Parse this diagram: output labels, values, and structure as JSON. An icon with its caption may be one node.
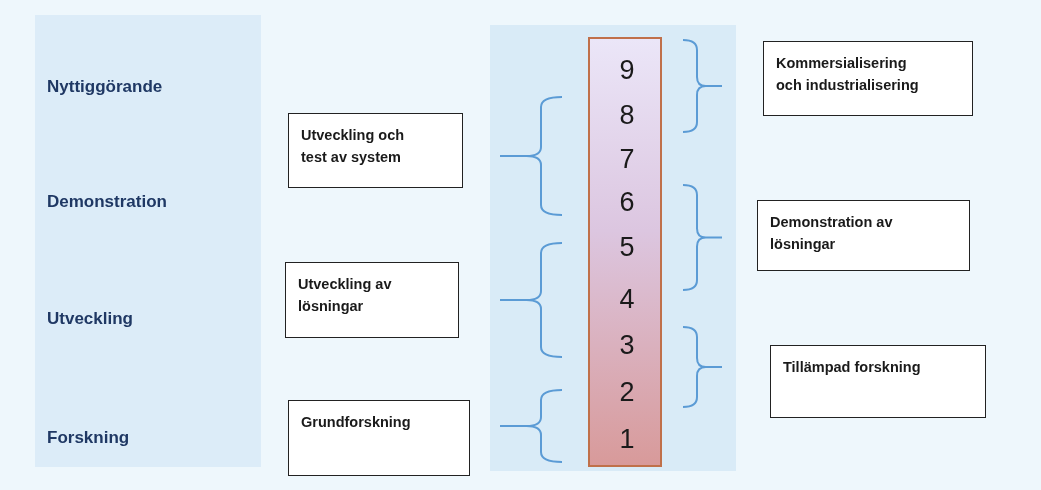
{
  "diagram": {
    "nodes": [
      {
        "text": [
          "Nyttiggörande",
          "Demonstration",
          "Utveckling",
          "Forskning"
        ]
      },
      {
        "text": [],
        "shape": "box"
      },
      {
        "text": [
          "9",
          "8",
          "7",
          "6",
          "5",
          "4",
          "3",
          "2",
          "1"
        ],
        "in": 1
      },
      {
        "text": [
          "Kommersialisering och industrialisering"
        ]
      },
      {
        "text": [
          "Utveckling och test av system"
        ]
      },
      {
        "text": [
          "Demonstration av lösningar"
        ]
      },
      {
        "text": [
          "Utveckling av lösningar"
        ]
      },
      {
        "text": [
          "Tillämpad forskning"
        ]
      },
      {
        "text": [
          "Grundforskning"
        ]
      }
    ]
  }
}
